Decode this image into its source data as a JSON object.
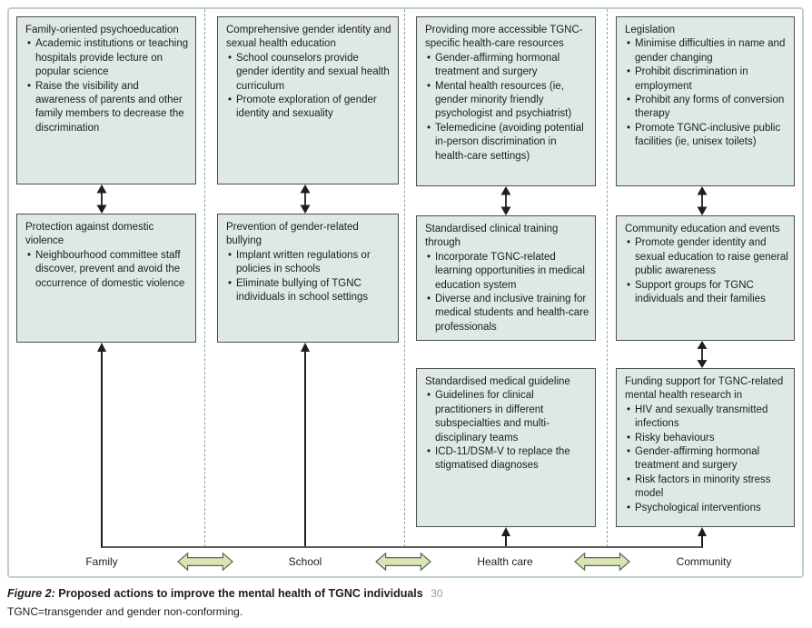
{
  "figure": {
    "caption_label": "Figure 2:",
    "caption_title": "Proposed actions to improve the mental health of TGNC individuals",
    "caption_ref": "30",
    "caption_note": "TGNC=transgender and gender non-conforming."
  },
  "colors": {
    "box_fill": "#dfe9e3",
    "box_border": "#4d4d4d",
    "frame_border": "#bdd3be",
    "dashed_separator": "#8ba2b5",
    "green_arrow_fill": "#d9e5b5",
    "green_arrow_border": "#57664d",
    "black_arrow": "#1e1e1e"
  },
  "icons": {
    "vertical_double_arrow": "↕",
    "up_arrow": "↑",
    "horizontal_double_arrow": "⇔"
  },
  "columns": [
    {
      "label": "Family",
      "boxes": [
        {
          "title": "Family-oriented psychoeducation",
          "items": [
            "Academic institutions or teaching hospitals provide lecture on popular science",
            "Raise the visibility and awareness of parents and other family members to decrease the discrimination"
          ]
        },
        {
          "title": "Protection against domestic violence",
          "items": [
            "Neighbourhood committee staff discover, prevent and avoid the occurrence of domestic violence"
          ]
        }
      ]
    },
    {
      "label": "School",
      "boxes": [
        {
          "title": "Comprehensive gender identity and sexual health education",
          "items": [
            "School counselors provide gender identity and sexual health curriculum",
            "Promote exploration of gender identity and sexuality"
          ]
        },
        {
          "title": "Prevention of gender-related bullying",
          "items": [
            "Implant written regulations or policies in schools",
            "Eliminate bullying of TGNC individuals in school settings"
          ]
        }
      ]
    },
    {
      "label": "Health care",
      "boxes": [
        {
          "title": "Providing more accessible TGNC-specific health-care resources",
          "items": [
            "Gender-affirming hormonal treatment and surgery",
            "Mental health resources (ie, gender minority friendly psychologist and psychiatrist)",
            "Telemedicine (avoiding potential in-person discrimination in health-care settings)"
          ]
        },
        {
          "title": "Standardised clinical training through",
          "items": [
            "Incorporate TGNC-related learning opportunities in medical education system",
            "Diverse and inclusive training for medical students and health-care professionals"
          ]
        },
        {
          "title": "Standardised medical guideline",
          "items": [
            "Guidelines for clinical practitioners in different subspecialties and multi-disciplinary teams",
            "ICD-11/DSM-V to replace the stigmatised diagnoses"
          ]
        }
      ]
    },
    {
      "label": "Community",
      "boxes": [
        {
          "title": "Legislation",
          "items": [
            "Minimise difficulties in name and gender changing",
            "Prohibit discrimination in employment",
            "Prohibit any forms of conversion therapy",
            "Promote TGNC-inclusive public facilities (ie, unisex toilets)"
          ]
        },
        {
          "title": "Community education and events",
          "items": [
            "Promote gender identity and sexual education to raise general public awareness",
            "Support groups for TGNC individuals and their families"
          ]
        },
        {
          "title": "Funding support for TGNC-related mental health research in",
          "items": [
            "HIV and sexually transmitted infections",
            "Risky behaviours",
            "Gender-affirming hormonal treatment and surgery",
            "Risk factors in minority stress model",
            "Psychological interventions"
          ]
        }
      ]
    }
  ]
}
